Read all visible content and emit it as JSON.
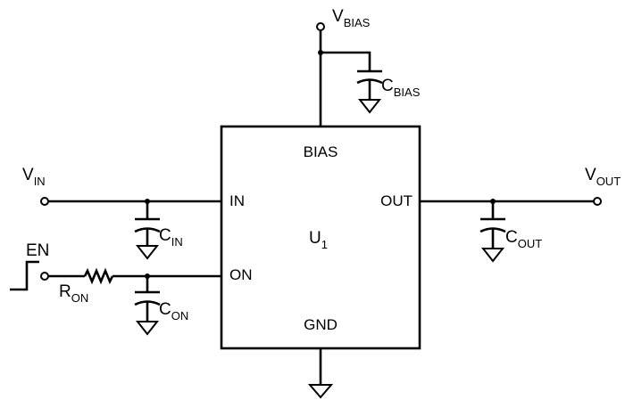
{
  "labels": {
    "vbias": {
      "main": "V",
      "sub": "BIAS"
    },
    "cbias": {
      "main": "C",
      "sub": "BIAS"
    },
    "vin": {
      "main": "V",
      "sub": "IN"
    },
    "cin": {
      "main": "C",
      "sub": "IN"
    },
    "vout": {
      "main": "V",
      "sub": "OUT"
    },
    "cout": {
      "main": "C",
      "sub": "OUT"
    },
    "en": "EN",
    "ron": {
      "main": "R",
      "sub": "ON"
    },
    "con": {
      "main": "C",
      "sub": "ON"
    }
  },
  "chip": {
    "name": {
      "main": "U",
      "sub": "1"
    },
    "pins": {
      "bias": "BIAS",
      "in": "IN",
      "on": "ON",
      "out": "OUT",
      "gnd": "GND"
    }
  }
}
